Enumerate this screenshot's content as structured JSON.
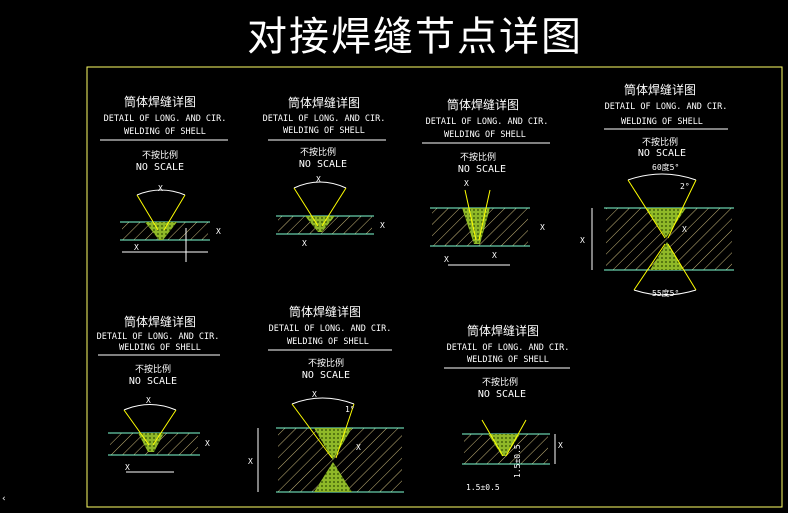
{
  "title": "对接焊缝节点详图",
  "details": [
    {
      "cn": "筒体焊缝详图",
      "en1": "DETAIL OF LONG. AND CIR.",
      "en2": "WELDING OF SHELL",
      "scale_cn": "不按比例",
      "scale_en": "NO SCALE"
    },
    {
      "cn": "筒体焊缝详图",
      "en1": "DETAIL OF LONG. AND CIR.",
      "en2": "WELDING OF SHELL",
      "scale_cn": "不按比例",
      "scale_en": "NO SCALE"
    },
    {
      "cn": "筒体焊缝详图",
      "en1": "DETAIL OF LONG. AND CIR.",
      "en2": "WELDING OF SHELL",
      "scale_cn": "不按比例",
      "scale_en": "NO SCALE"
    },
    {
      "cn": "筒体焊缝详图",
      "en1": "DETAIL OF LONG. AND CIR.",
      "en2": "WELDING OF SHELL",
      "scale_cn": "不按比例",
      "scale_en": "NO SCALE"
    },
    {
      "cn": "筒体焊缝详图",
      "en1": "DETAIL OF LONG. AND CIR.",
      "en2": "WELDING OF SHELL",
      "scale_cn": "不按比例",
      "scale_en": "NO SCALE"
    },
    {
      "cn": "筒体焊缝详图",
      "en1": "DETAIL OF LONG. AND CIR.",
      "en2": "WELDING OF SHELL",
      "scale_cn": "不按比例",
      "scale_en": "NO SCALE"
    },
    {
      "cn": "筒体焊缝详图",
      "en1": "DETAIL OF LONG. AND CIR.",
      "en2": "WELDING OF SHELL",
      "scale_cn": "不按比例",
      "scale_en": "NO SCALE"
    }
  ],
  "dims": {
    "x": "X",
    "angle_top": "60度5°",
    "angle_bot": "55度5°",
    "gap": "2°",
    "one_deg": "1°",
    "left_dim": "1.5±0.5",
    "vert_dim": "1.5±0.5"
  },
  "colors": {
    "frame": "#ffff66",
    "plate": "#7fffd4",
    "weld": "#9acd32",
    "hatch": "#c7b77a"
  }
}
